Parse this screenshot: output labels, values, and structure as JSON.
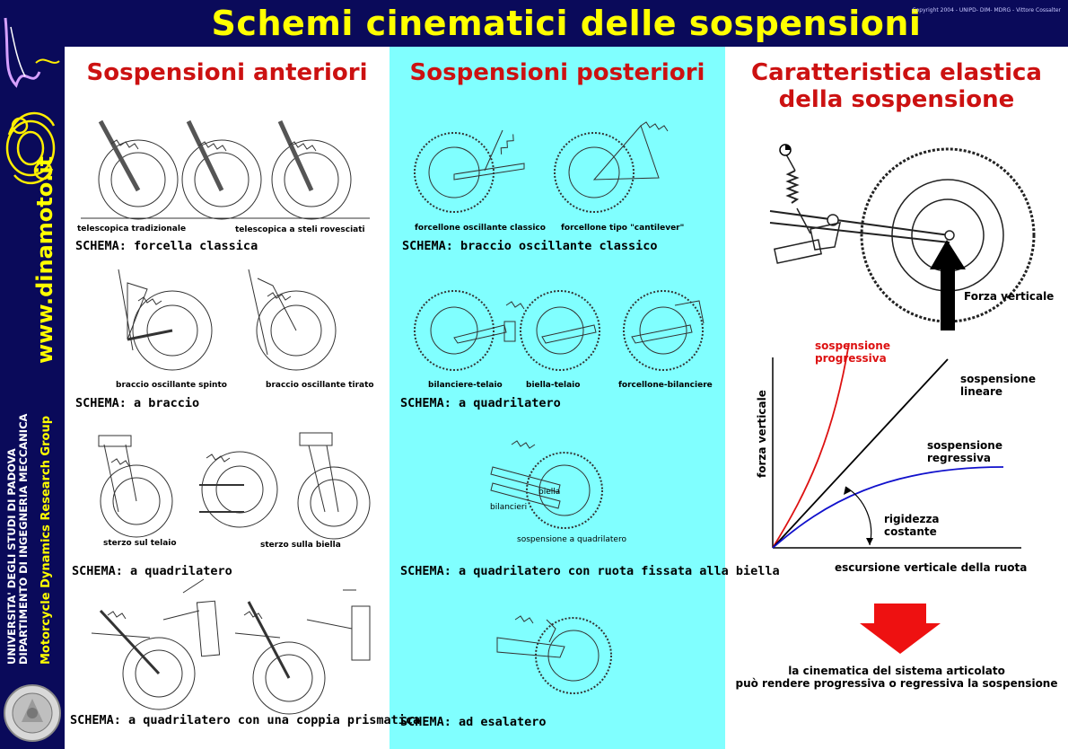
{
  "header": {
    "title": "Schemi cinematici delle sospensioni",
    "copyright": "Copyright 2004 - UNIPD- DIM- MDRG - Vittore Cossalter"
  },
  "sidebar": {
    "website": "www.dinamoto.it",
    "university_line1": "UNIVERSITA' DEGLI STUDI DI PADOVA",
    "university_line2": "DIPARTIMENTO DI INGEGNERIA MECCANICA",
    "group": "Motorcycle Dynamics Research Group"
  },
  "front": {
    "title": "Sospensioni anteriori",
    "captions": {
      "telescopica_tradizionale": "telescopica tradizionale",
      "telescopica_rovesciati": "telescopica a steli rovesciati",
      "braccio_spinto": "braccio oscillante spinto",
      "braccio_tirato": "braccio oscillante tirato",
      "sterzo_telaio": "sterzo sul telaio",
      "sterzo_biella": "sterzo sulla biella"
    },
    "schemas": [
      "SCHEMA: forcella classica",
      "SCHEMA: a braccio",
      "SCHEMA: a quadrilatero",
      "SCHEMA: a quadrilatero con una coppia prismatica"
    ]
  },
  "rear": {
    "title": "Sospensioni posteriori",
    "captions": {
      "forcellone_classico": "forcellone oscillante classico",
      "forcellone_cantilever": "forcellone tipo \"cantilever\"",
      "bilanciere_telaio": "bilanciere-telaio",
      "biella_telaio": "biella-telaio",
      "forcellone_bilanciere": "forcellone-bilanciere",
      "biella": "biella",
      "bilancieri": "bilancieri",
      "sospensione_quadrilatero": "sospensione a quadrilatero"
    },
    "schemas": [
      "SCHEMA: braccio oscillante classico",
      "SCHEMA: a quadrilatero",
      "SCHEMA: a quadrilatero con ruota fissata alla biella",
      "SCHEMA: ad esalatero"
    ]
  },
  "elastic": {
    "title_line1": "Caratteristica elastica",
    "title_line2": "della sospensione",
    "force_label": "Forza verticale",
    "y_axis_label": "forza verticale",
    "x_axis_label": "escursione verticale della ruota",
    "curve_progressive_l1": "sospensione",
    "curve_progressive_l2": "progressiva",
    "curve_linear_l1": "sospensione",
    "curve_linear_l2": "lineare",
    "curve_regressive_l1": "sospensione",
    "curve_regressive_l2": "regressiva",
    "stiffness_l1": "rigidezza",
    "stiffness_l2": "costante",
    "conclusion_l1": "la cinematica del sistema articolato",
    "conclusion_l2": "può rendere progressiva o regressiva la sospensione",
    "colors": {
      "progressive": "#dd1111",
      "linear": "#000000",
      "regressive": "#1111cc",
      "arrow": "#ee1111"
    }
  }
}
